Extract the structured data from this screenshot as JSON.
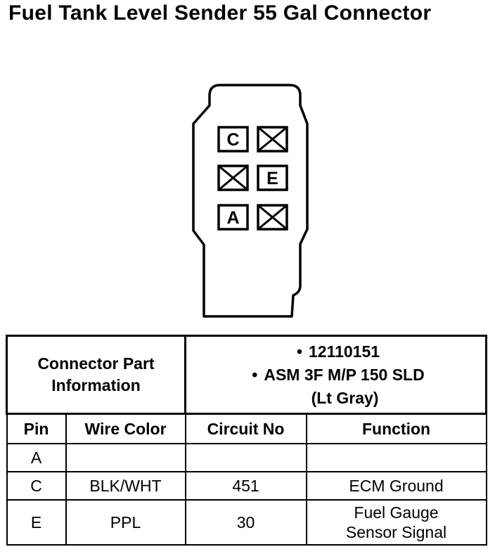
{
  "title": "Fuel Tank Level Sender 55 Gal Connector",
  "connector": {
    "cavities": [
      {
        "label": "C",
        "blank": false
      },
      {
        "label": "",
        "blank": true
      },
      {
        "label": "",
        "blank": true
      },
      {
        "label": "E",
        "blank": false
      },
      {
        "label": "A",
        "blank": false
      },
      {
        "label": "",
        "blank": true
      }
    ]
  },
  "part_info": {
    "label_line1": "Connector Part",
    "label_line2": "Information",
    "bullets": [
      "12110151",
      "ASM 3F M/P 150 SLD"
    ],
    "continuation": "(Lt Gray)"
  },
  "table": {
    "headers": [
      "Pin",
      "Wire Color",
      "Circuit No",
      "Function"
    ],
    "rows": [
      {
        "pin": "A",
        "wire_color": "",
        "circuit": "",
        "function_line1": "",
        "function_line2": ""
      },
      {
        "pin": "C",
        "wire_color": "BLK/WHT",
        "circuit": "451",
        "function_line1": "ECM Ground",
        "function_line2": ""
      },
      {
        "pin": "E",
        "wire_color": "PPL",
        "circuit": "30",
        "function_line1": "Fuel Gauge",
        "function_line2": "Sensor Signal"
      }
    ]
  }
}
